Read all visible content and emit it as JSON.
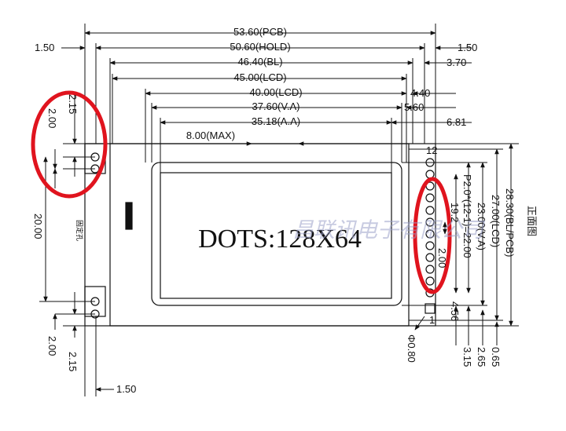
{
  "dimensions": {
    "top": {
      "pcb": "53.60(PCB)",
      "hold": "50.60(HOLD)",
      "bl": "46.40(BL)",
      "lcd": "45.00(LCD)",
      "lcd_40": "40.00(LCD)",
      "va": "37.60(V.A)",
      "aa": "35.18(A.A)",
      "max": "8.00(MAX)"
    },
    "right_offsets": {
      "r1_50": "1.50",
      "r3_70": "3.70",
      "r4_40": "4.40",
      "r5_60": "5.60",
      "r6_81": "6.81"
    },
    "left_top": {
      "l1_50": "1.50",
      "l2_15": "2.15",
      "l2_00": "2.00"
    },
    "left_middle": {
      "l20_00": "20.00"
    },
    "left_bottom": {
      "lb2_00": "2.00",
      "lb2_15": "2.15",
      "lb1_50": "1.50"
    },
    "right_vertical": {
      "pcb": "28.30(BL/PCB)",
      "lcd": "27.00(LCD)",
      "va": "23.00(V.A)",
      "pitch": "P2.0*(12-1)=22.00",
      "r19": "19.2",
      "r2_00": "2.00",
      "r4_56": "4.56",
      "hole": "Φ0.80"
    },
    "bottom_right": {
      "b3_15": "3.15",
      "b2_65": "2.65",
      "b0_65": "0.65"
    }
  },
  "display_text": "DOTS:128X64",
  "mount_label": "固定孔",
  "side_label": "正面图",
  "pin_labels": {
    "top": "12",
    "bottom": "1"
  },
  "watermark": "昌联讯电子有限公司",
  "colors": {
    "highlight": "#e0141e",
    "line": "#111111"
  }
}
